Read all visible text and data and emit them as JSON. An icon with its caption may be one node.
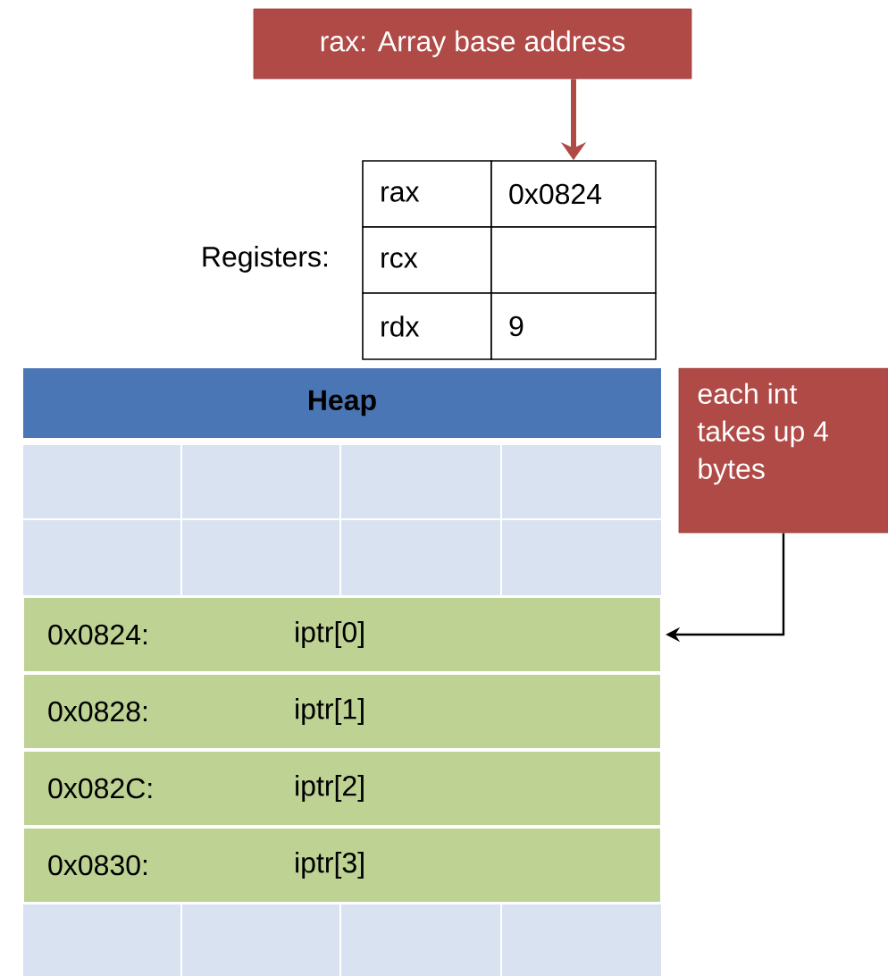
{
  "diagram": {
    "nodes": [
      {
        "text": [
          "rax: Array base address"
        ]
      },
      {
        "text": [
          "rax"
        ]
      },
      {
        "text": [
          "0x0824"
        ]
      },
      {
        "text": [
          "rcx"
        ]
      },
      {
        "text": [],
        "shape": "box"
      },
      {
        "text": [
          "rdx"
        ]
      },
      {
        "text": [
          "9"
        ]
      },
      {
        "text": [
          "Heap"
        ]
      },
      {
        "text": [
          "each int takes up 4 bytes"
        ]
      },
      {
        "text": [
          "0x0824:",
          "iptr[0]"
        ]
      },
      {
        "text": [
          "0x0828:",
          "iptr[1]"
        ]
      },
      {
        "text": [
          "0x082C:",
          "iptr[2]"
        ]
      },
      {
        "text": [
          "0x0830:",
          "iptr[3]"
        ]
      }
    ],
    "edges": [
      {
        "from": 0,
        "to": 2,
        "arrow": "to",
        "style": "thick",
        "color": "#b04a46"
      },
      {
        "from": 8,
        "to": 9,
        "arrow": "to",
        "color": "#000000"
      }
    ],
    "labels": [
      "Registers:"
    ]
  }
}
